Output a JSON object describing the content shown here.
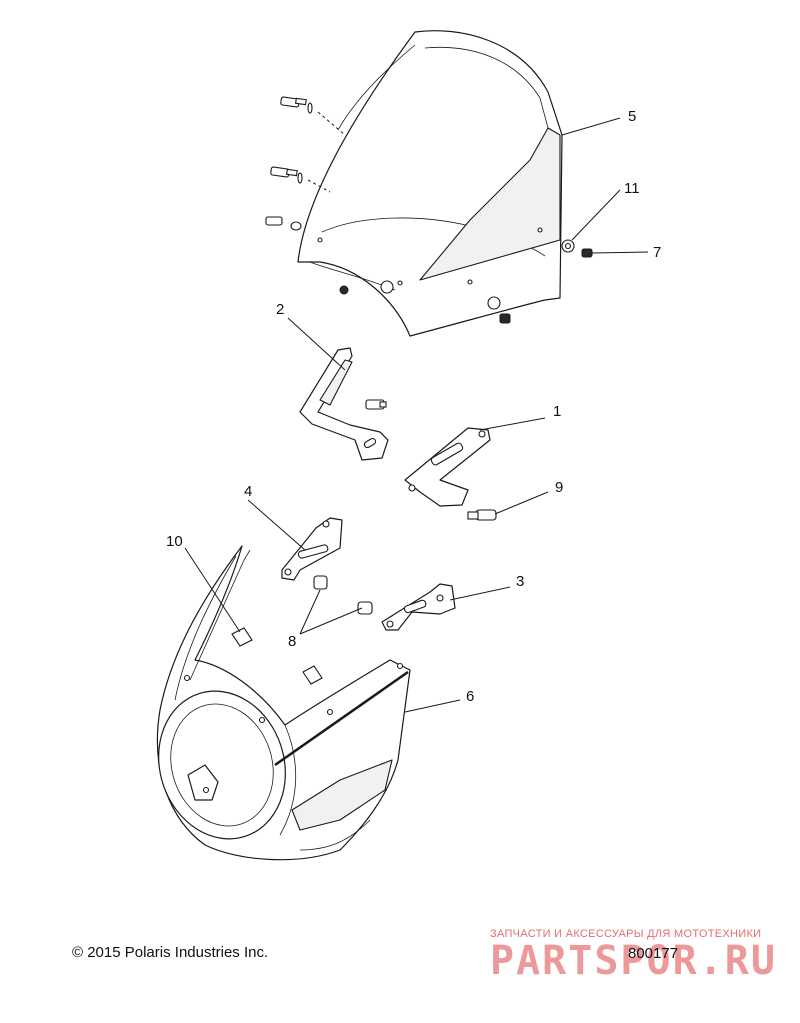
{
  "diagram": {
    "callouts": [
      "1",
      "2",
      "3",
      "4",
      "5",
      "6",
      "7",
      "8",
      "9",
      "10",
      "11"
    ]
  },
  "footer": {
    "copyright": "© 2015 Polaris Industries Inc.",
    "drawing_number": "800177"
  },
  "watermark": {
    "tagline": "ЗАПЧАСТИ И АКСЕССУАРЫ ДЛЯ МОТОТЕХНИКИ",
    "logo": "PARTSPOR.RU"
  },
  "colors": {
    "line": "#1a1a1a",
    "watermark": "#de4646"
  }
}
